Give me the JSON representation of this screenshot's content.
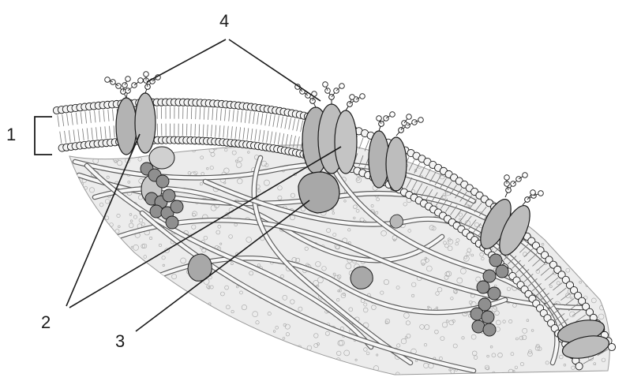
{
  "labels": {
    "l1": "1",
    "l2": "2",
    "l3": "3",
    "l4": "4"
  },
  "colors": {
    "ink": "#1a1a1a",
    "protein_fill": "#b3b3b3",
    "protein_dark": "#8f8f8f",
    "head_fill": "#f4f4f4",
    "cytoplasm": "#e6e6e6",
    "fiber": "#9a9a9a"
  }
}
